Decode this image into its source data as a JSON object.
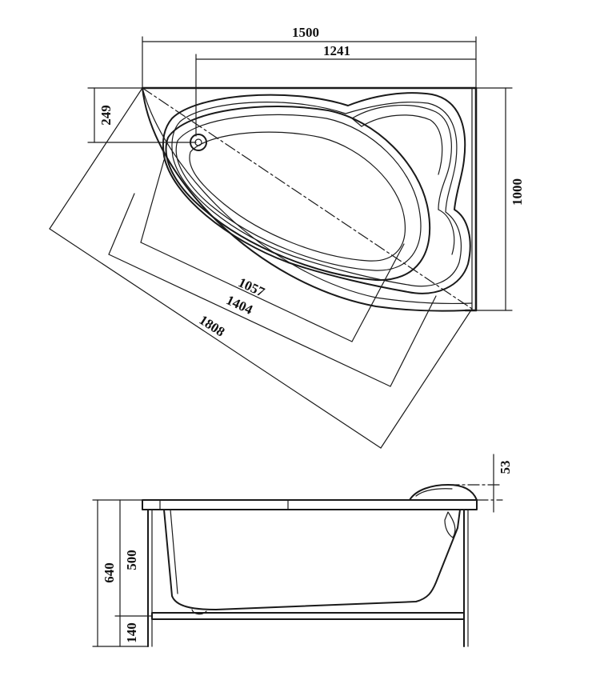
{
  "plan_view": {
    "width_total": "1500",
    "width_inner": "1241",
    "depth_total": "1000",
    "corner_offset": "249",
    "diag_inner": "1057",
    "diag_outer": "1404",
    "diag_full": "1808"
  },
  "side_view": {
    "height_total": "640",
    "height_tub": "500",
    "height_legs": "140",
    "headrest_height": "53"
  }
}
